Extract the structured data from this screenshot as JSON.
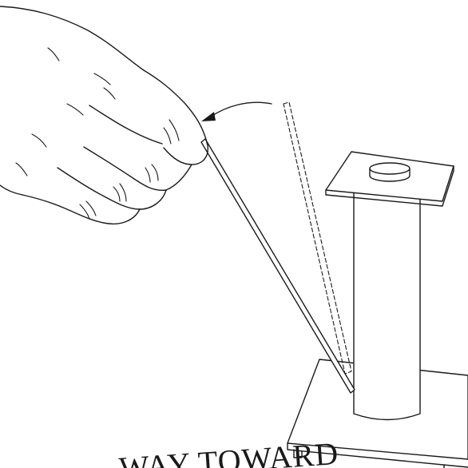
{
  "figure": {
    "watermark_text": "WAY TOWARD",
    "ink_color": "#1a1a1a",
    "background_color": "#ffffff",
    "elements": [
      "hand",
      "thin-rod",
      "rod-previous-position-dashed",
      "motion-arrow",
      "stand-column",
      "stand-top-plate",
      "stand-base-plate",
      "weight-disc"
    ]
  }
}
